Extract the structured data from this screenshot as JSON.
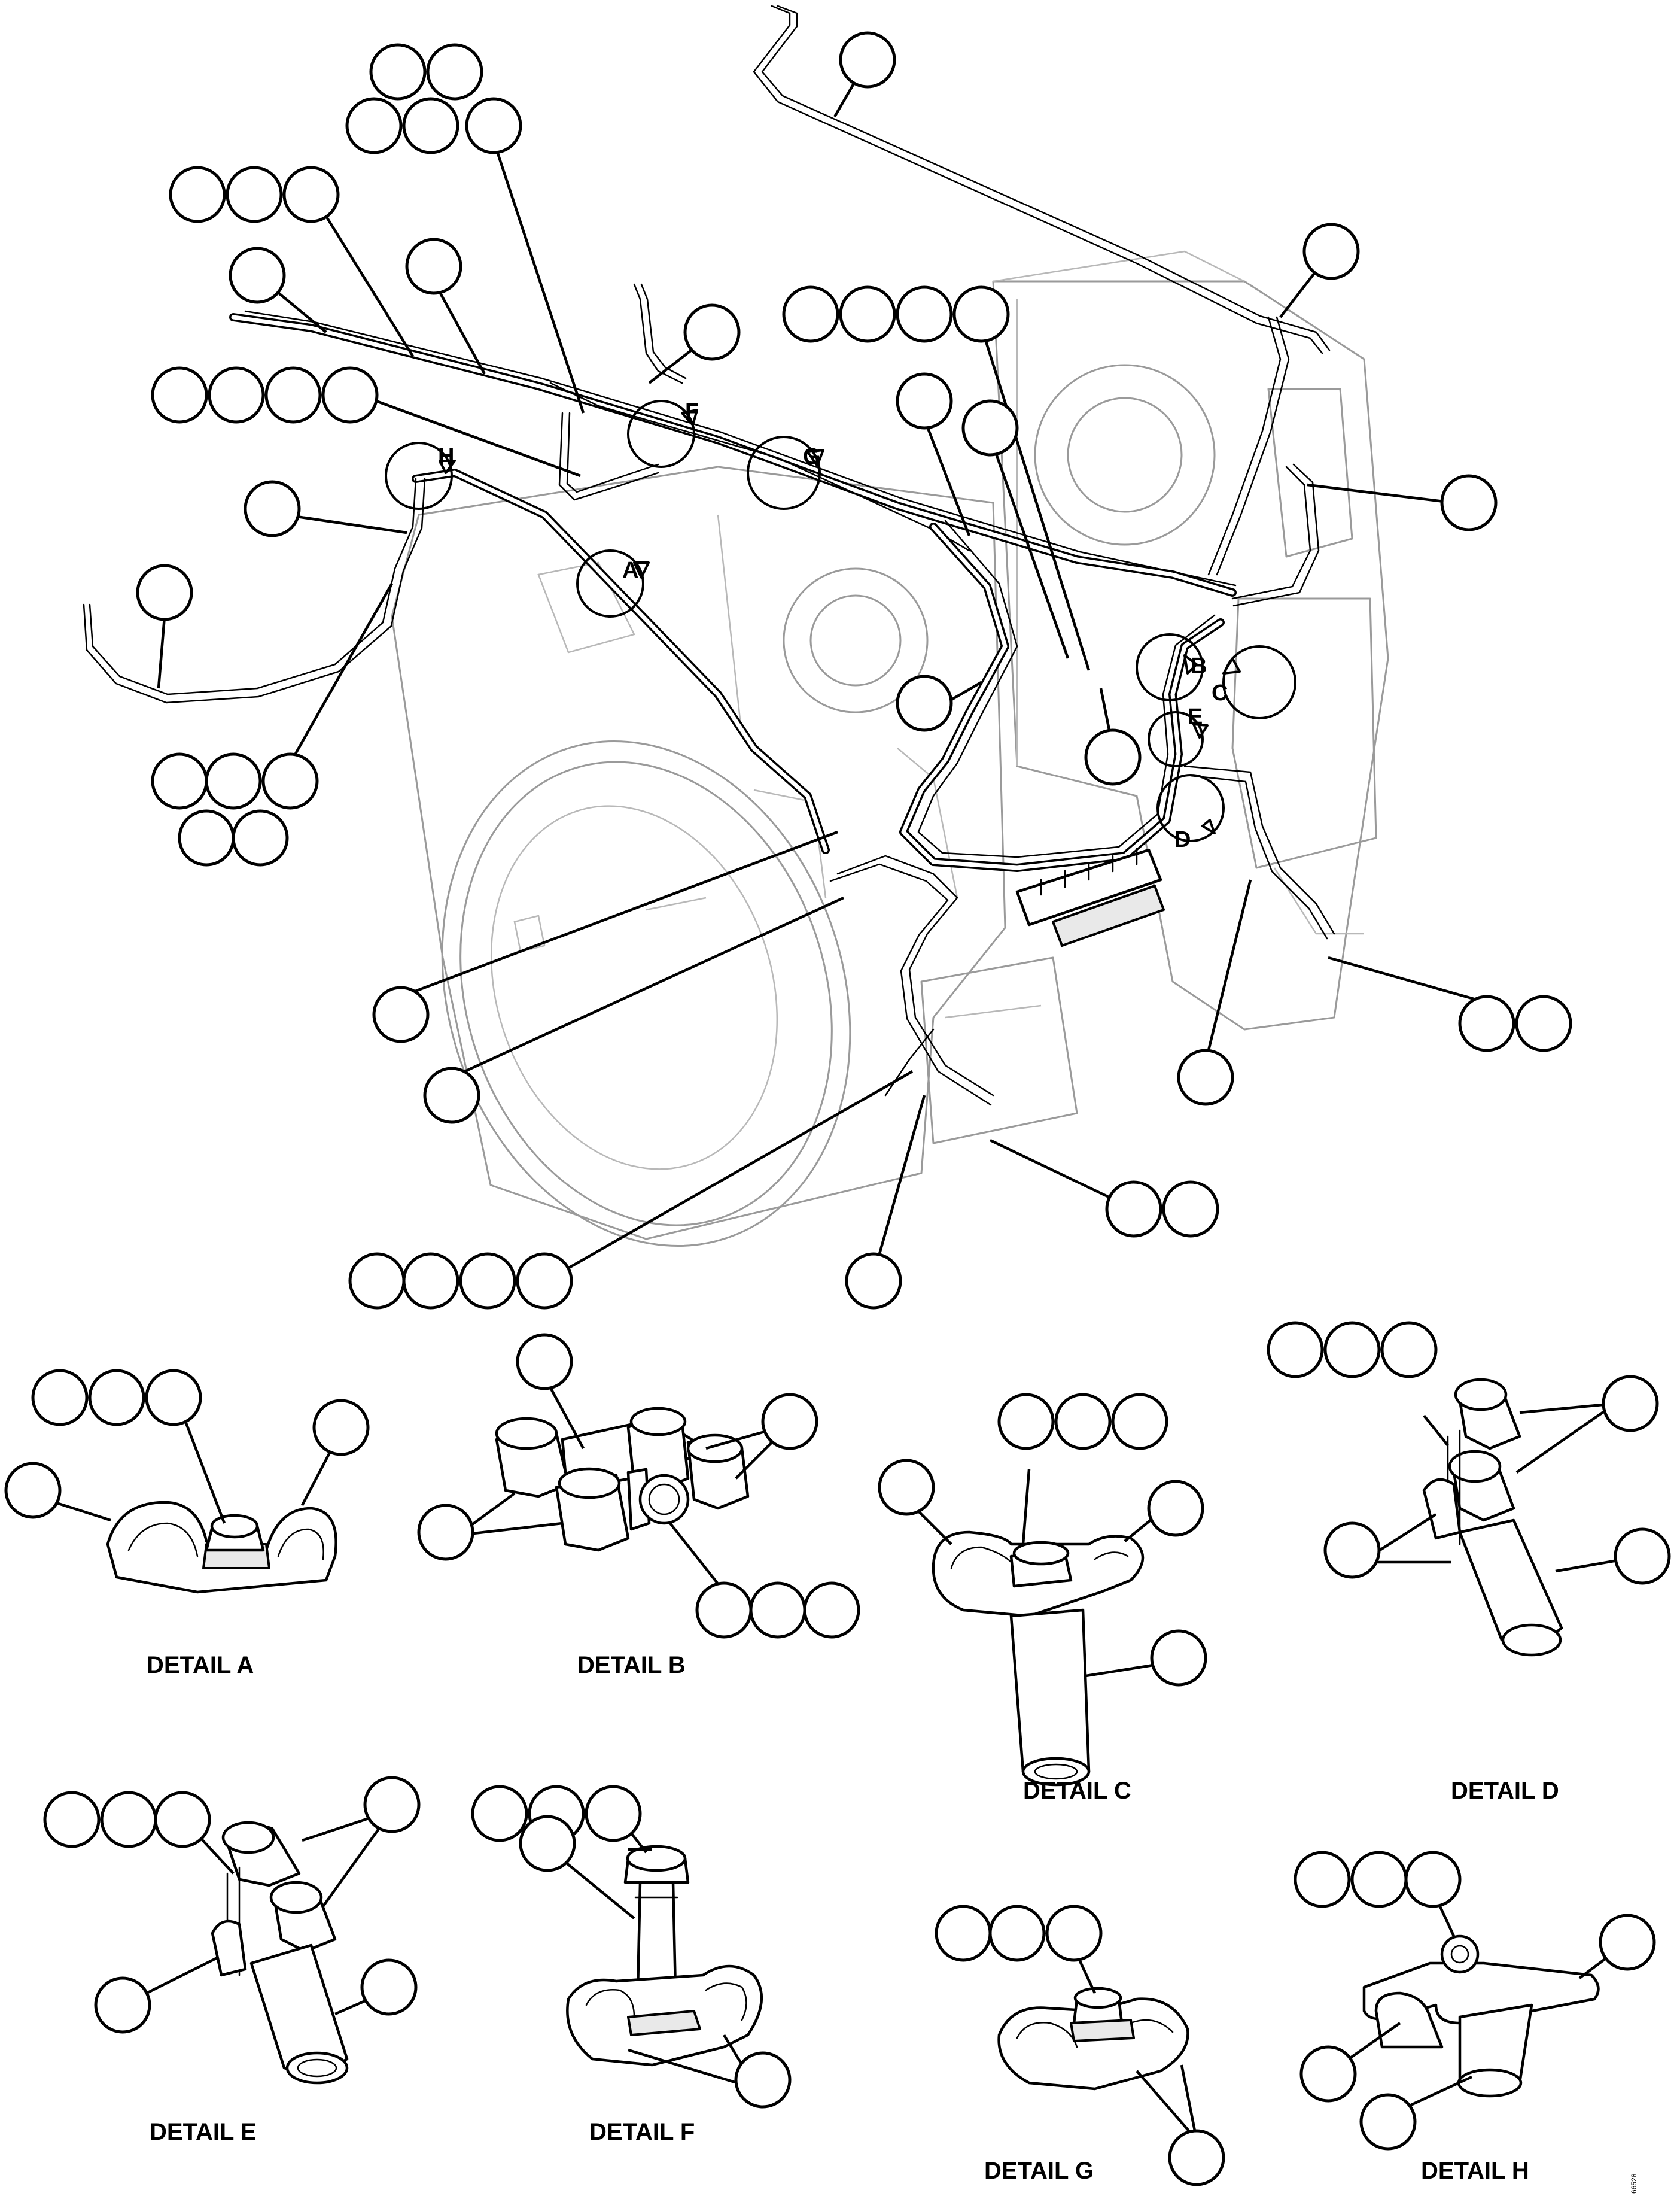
{
  "view_markers": [
    "A",
    "B",
    "C",
    "D",
    "E",
    "F",
    "G",
    "H"
  ],
  "detail_labels": {
    "a": "DETAIL A",
    "b": "DETAIL B",
    "c": "DETAIL C",
    "d": "DETAIL D",
    "e": "DETAIL E",
    "f": "DETAIL F",
    "g": "DETAIL G",
    "h": "DETAIL H"
  },
  "figure_code": "66528"
}
